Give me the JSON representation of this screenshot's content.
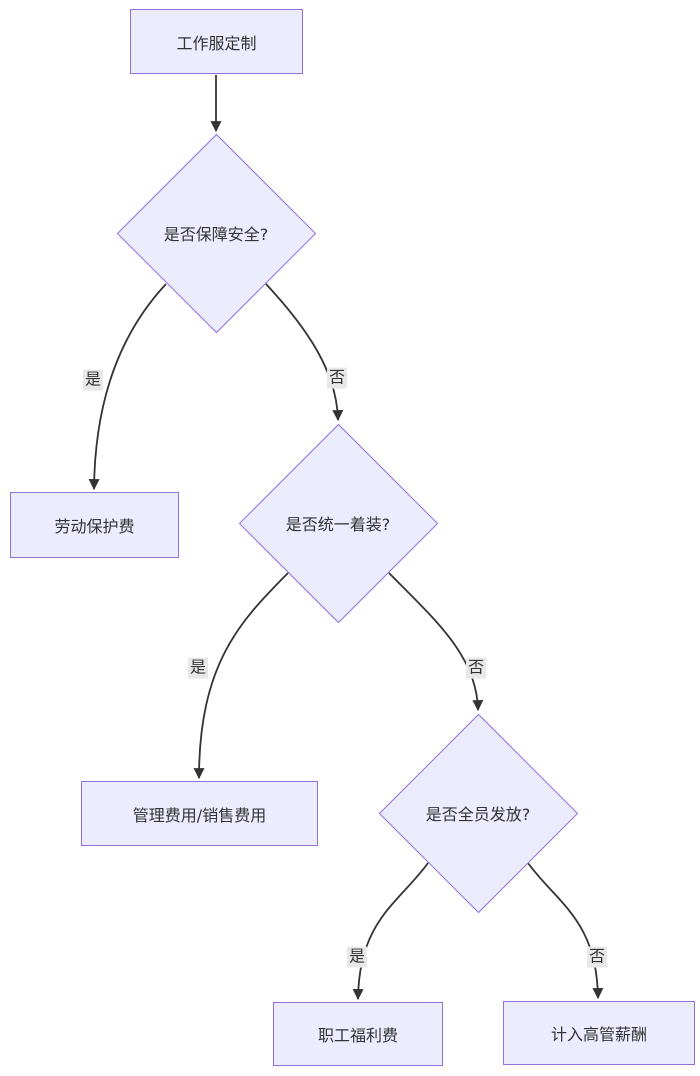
{
  "diagram": {
    "type": "flowchart",
    "direction": "top-down",
    "colors": {
      "node_fill": "#ECECFF",
      "node_border": "#9370DB",
      "edge": "#333333",
      "text": "#333333",
      "edge_label_bg": "#e8e8e8",
      "background": "#ffffff"
    },
    "nodes": {
      "start": {
        "label": "工作服定制",
        "shape": "rect"
      },
      "q_safety": {
        "label": "是否保障安全?",
        "shape": "diamond"
      },
      "labor": {
        "label": "劳动保护费",
        "shape": "rect"
      },
      "q_uniform": {
        "label": "是否统一着装?",
        "shape": "diamond"
      },
      "admin": {
        "label": "管理费用/销售费用",
        "shape": "rect"
      },
      "q_all": {
        "label": "是否全员发放?",
        "shape": "diamond"
      },
      "welfare": {
        "label": "职工福利费",
        "shape": "rect"
      },
      "exec": {
        "label": "计入高管薪酬",
        "shape": "rect"
      }
    },
    "edges": [
      {
        "from": "start",
        "to": "q_safety",
        "label": ""
      },
      {
        "from": "q_safety",
        "to": "labor",
        "label": "是"
      },
      {
        "from": "q_safety",
        "to": "q_uniform",
        "label": "否"
      },
      {
        "from": "q_uniform",
        "to": "admin",
        "label": "是"
      },
      {
        "from": "q_uniform",
        "to": "q_all",
        "label": "否"
      },
      {
        "from": "q_all",
        "to": "welfare",
        "label": "是"
      },
      {
        "from": "q_all",
        "to": "exec",
        "label": "否"
      }
    ]
  }
}
